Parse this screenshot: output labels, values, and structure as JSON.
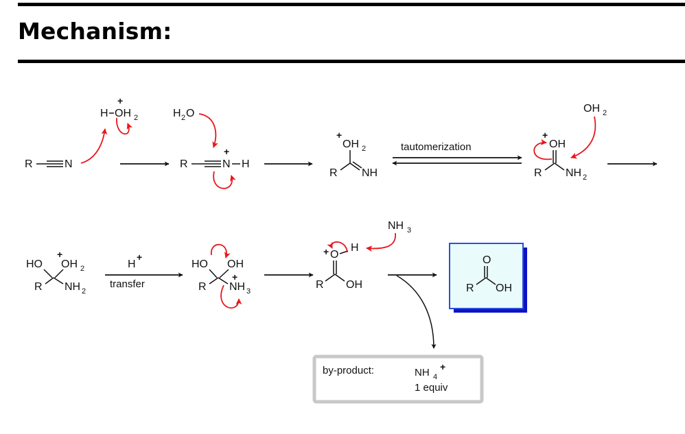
{
  "heading": "Mechanism:",
  "labels": {
    "tautomerization": "tautomerization",
    "h_plus": "H",
    "transfer": "transfer",
    "byproduct_label": "by-product:",
    "byproduct_species": "NH",
    "byproduct_amount": "1 equiv"
  },
  "atoms": {
    "R": "R",
    "N": "N",
    "H": "H",
    "O": "O",
    "OH": "OH",
    "HO": "HO",
    "NH": "NH",
    "H2O": "H",
    "OH2": "OH",
    "NH2": "NH",
    "NH3": "NH",
    "sub2": "2",
    "sub3": "3",
    "sub4": "4",
    "plus": "+"
  },
  "colors": {
    "arrow_curly": "#e8161c",
    "product_box_fill": "#e9fbfb",
    "product_box_border": "#2b4fe0",
    "product_box_shadow": "#0d13c4",
    "byproduct_border": "#c8c8c8"
  }
}
